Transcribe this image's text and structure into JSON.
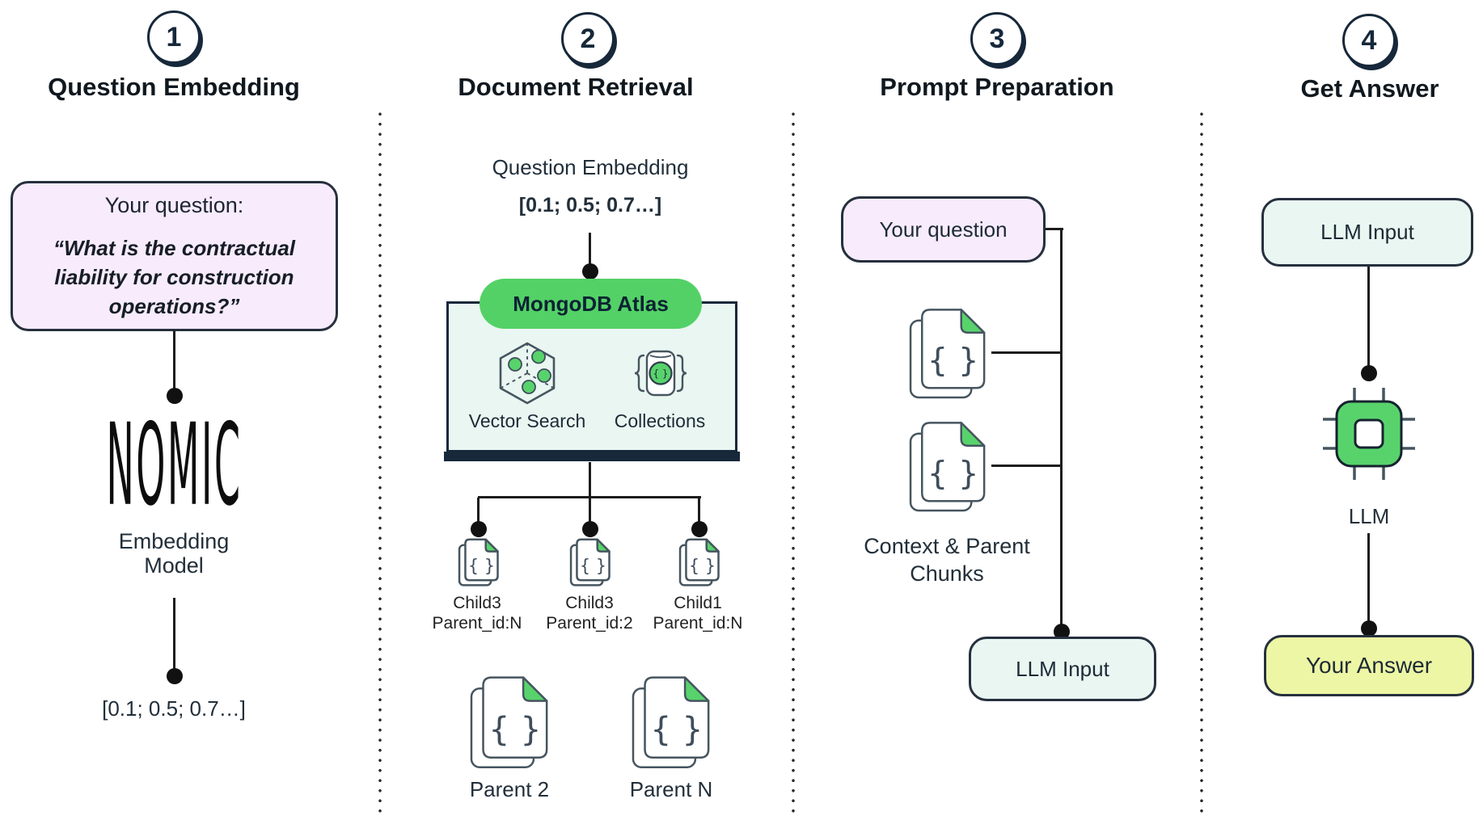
{
  "steps": [
    {
      "number": "1",
      "title": "Question Embedding"
    },
    {
      "number": "2",
      "title": "Document Retrieval"
    },
    {
      "number": "3",
      "title": "Prompt Preparation"
    },
    {
      "number": "4",
      "title": "Get Answer"
    }
  ],
  "question_embedding": {
    "box_label": "Your question:",
    "box_text": "“What is the contractual liability for construction operations?”",
    "logo_text": "NOMIC",
    "logo_caption": "Embedding Model",
    "vector_text": "[0.1; 0.5; 0.7…]"
  },
  "document_retrieval": {
    "embedding_label": "Question Embedding",
    "vector_text": "[0.1; 0.5; 0.7…]",
    "atlas_label": "MongoDB Atlas",
    "vector_search_label": "Vector Search",
    "collections_label": "Collections",
    "children": [
      {
        "name": "Child3",
        "parent": "Parent_id:N"
      },
      {
        "name": "Child3",
        "parent": "Parent_id:2"
      },
      {
        "name": "Child1",
        "parent": "Parent_id:N"
      }
    ],
    "parents": [
      {
        "label": "Parent 2"
      },
      {
        "label": "Parent N"
      }
    ]
  },
  "prompt_preparation": {
    "question_label": "Your question",
    "chunks_label": "Context & Parent Chunks",
    "llm_input_label": "LLM Input"
  },
  "get_answer": {
    "llm_input_label": "LLM Input",
    "llm_label": "LLM",
    "answer_label": "Your Answer"
  },
  "colors": {
    "ink": "#10181f",
    "navy": "#16283a",
    "slate": "#46555f",
    "line": "#1d1d1d",
    "purple": "#f7ebfc",
    "green": "#53d166",
    "mint": "#e9f6f1",
    "yellow": "#edf6a4",
    "doc-green": "#58d36c"
  }
}
